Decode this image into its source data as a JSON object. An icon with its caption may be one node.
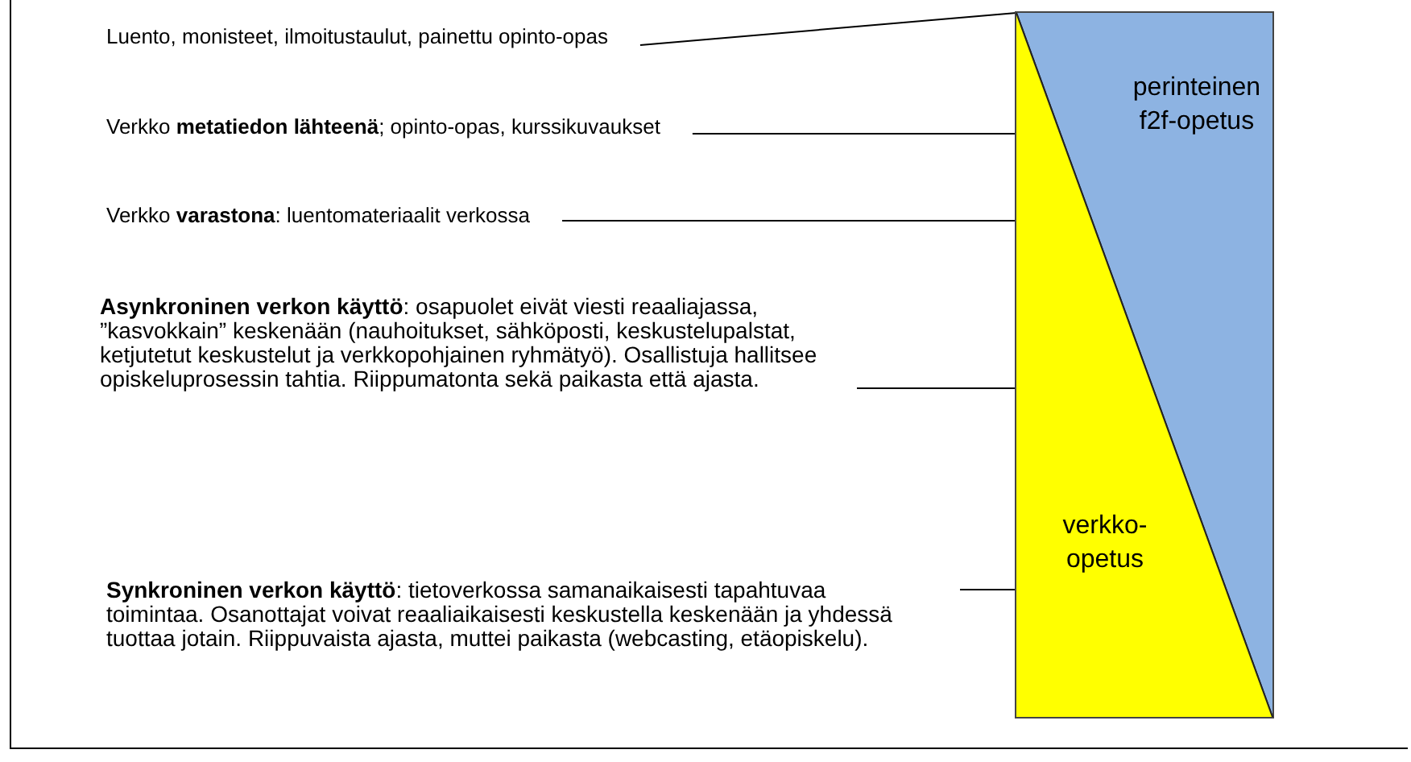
{
  "diagram": {
    "nodes": [
      {
        "text": [
          "Luento, monisteet, ilmoitustaulut, painettu opinto-opas"
        ]
      },
      {
        "text": [
          "Verkko **metatiedon lähteenä**; opinto-opas, kurssikuvaukset"
        ]
      },
      {
        "text": [
          "Verkko **varastona**: luentomateriaalit verkossa"
        ]
      },
      {
        "text": [
          "**Asynkroninen verkon käyttö**: osapuolet eivät viesti reaaliajassa, ”kasvokkain” keskenään (nauhoitukset, sähköposti, keskustelupalstat, ketjutetut keskustelut ja verkkopohjainen ryhmätyö). Osallistuja hallitsee opiskeluprosessin tahtia. Riippumatonta sekä paikasta että ajasta."
        ]
      },
      {
        "text": [
          "**Synkroninen verkon käyttö**: tietoverkossa samanaikaisesti tapahtuvaa toimintaa. Osanottajat voivat reaaliaikaisesti keskustella keskenään ja yhdessä tuottaa jotain. Riippuvaista ajasta, muttei paikasta (webcasting, etäopiskelu)."
        ]
      },
      {
        "text": [],
        "shape": "bar"
      },
      {
        "text": [
          "perinteinen f2f-opetus"
        ],
        "in": 5
      },
      {
        "text": [
          "verkko-opetus"
        ],
        "in": 5
      }
    ],
    "edges": [
      {
        "from": 0,
        "to": 5,
        "arrow": "none"
      },
      {
        "from": 1,
        "to": 5,
        "arrow": "none"
      },
      {
        "from": 2,
        "to": 5,
        "arrow": "none"
      },
      {
        "from": 3,
        "to": 5,
        "arrow": "none"
      },
      {
        "from": 4,
        "to": 5,
        "arrow": "none"
      }
    ]
  }
}
